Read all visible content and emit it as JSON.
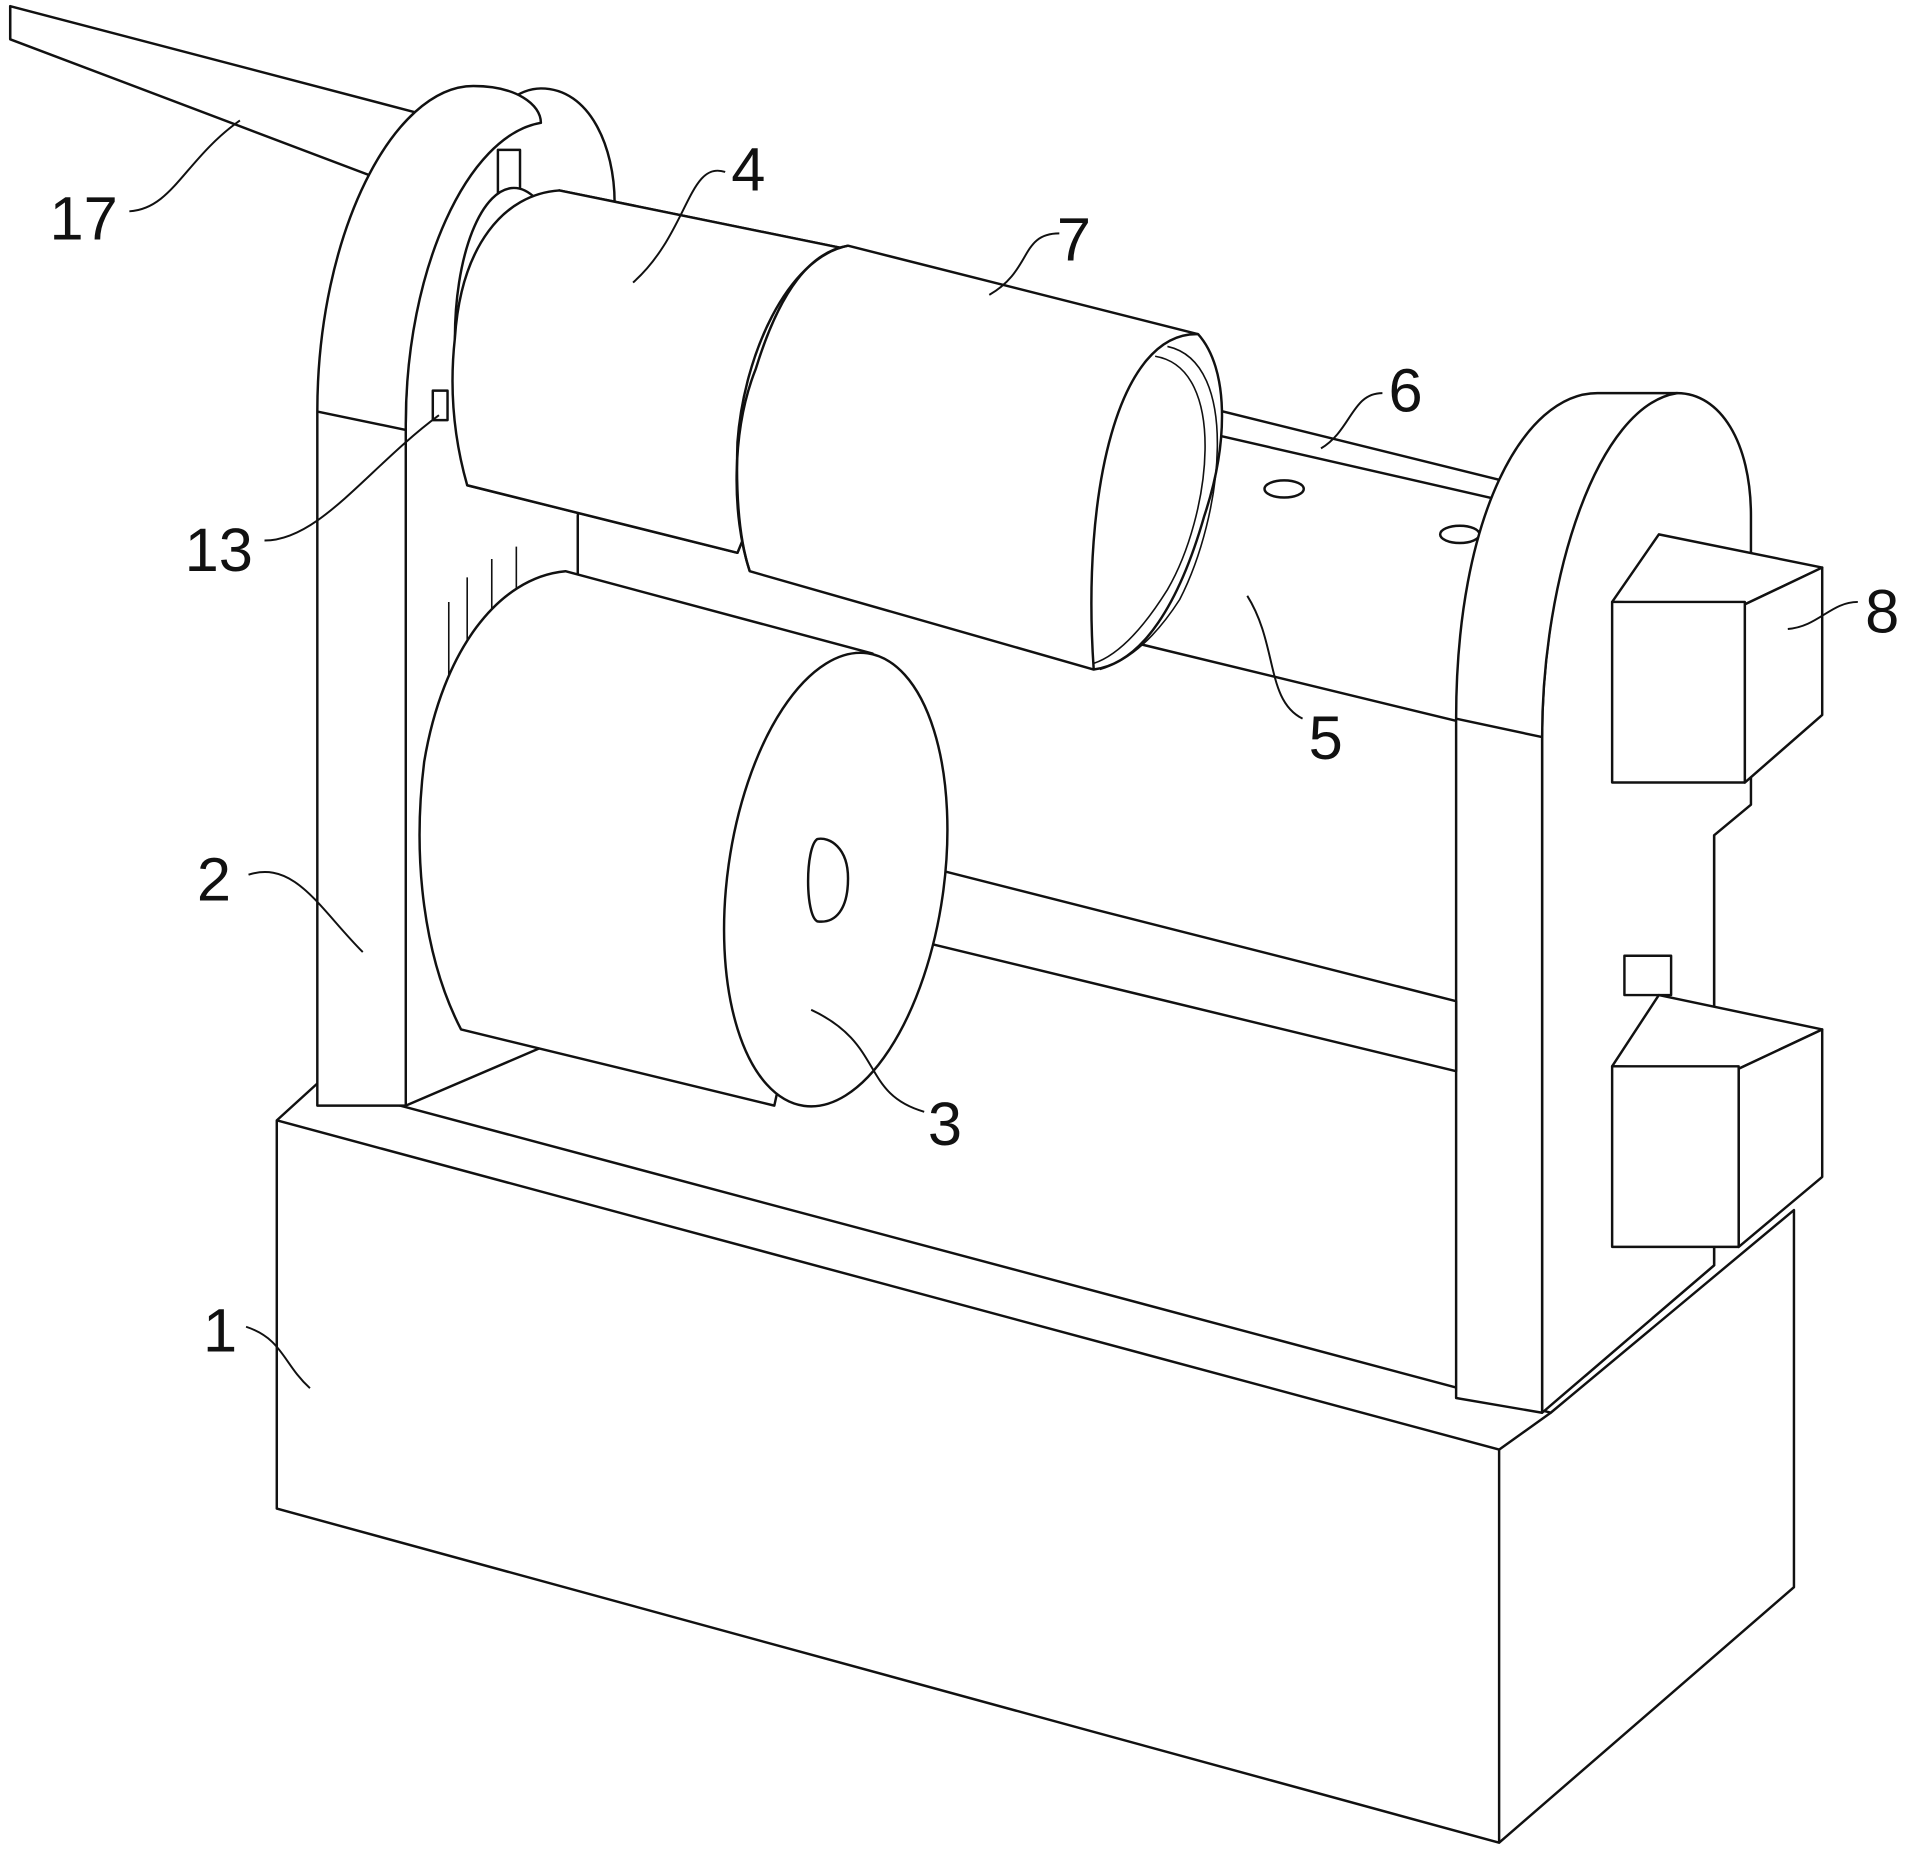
{
  "drawing": {
    "labels": {
      "base": "1",
      "frame": "2",
      "lower_roller": "3",
      "upper_roller": "4",
      "small_roller": "5",
      "rod": "6",
      "sleeve": "7",
      "motor_box": "8",
      "sensor": "13",
      "arm": "17"
    }
  }
}
